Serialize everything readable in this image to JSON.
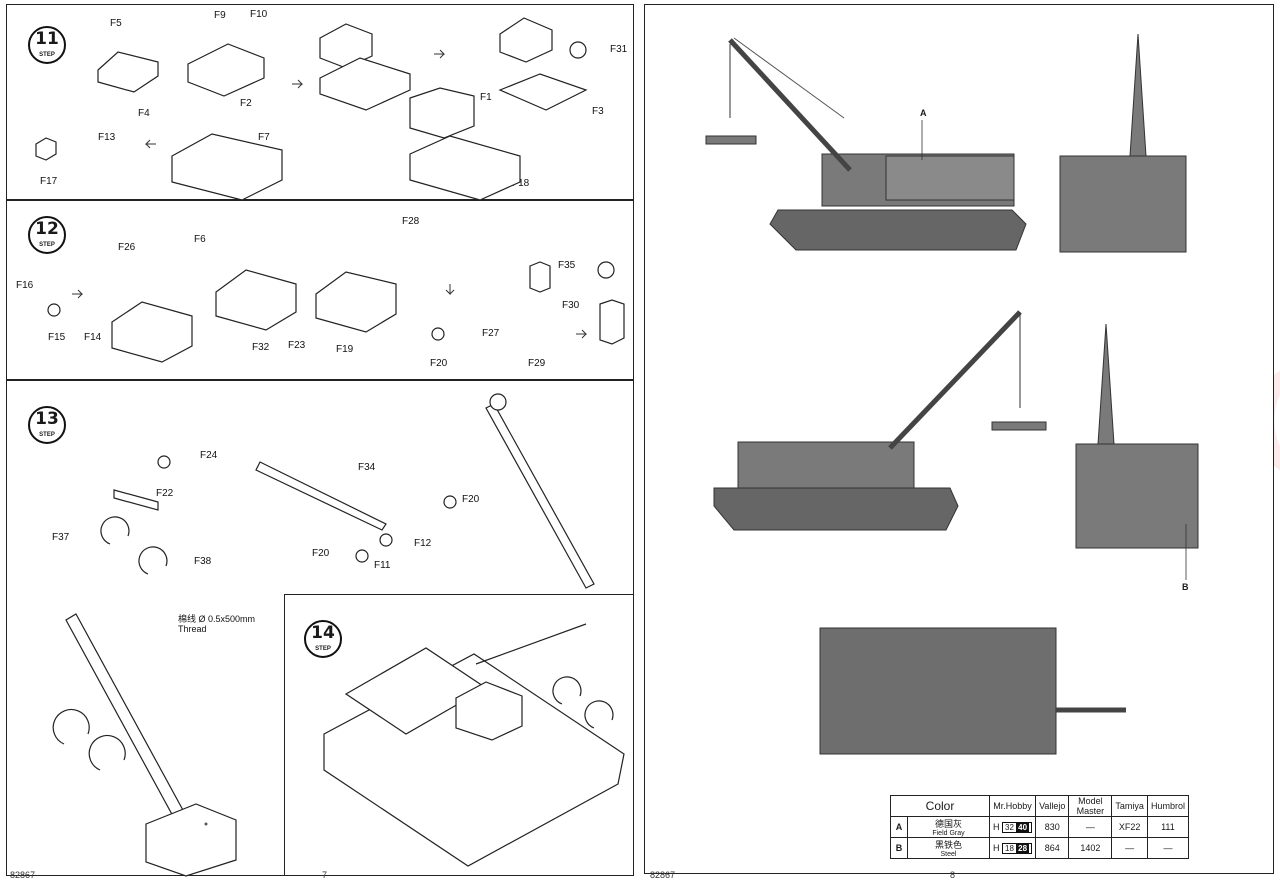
{
  "steps": [
    {
      "number": "11",
      "label": "STEP"
    },
    {
      "number": "12",
      "label": "STEP"
    },
    {
      "number": "13",
      "label": "STEP"
    },
    {
      "number": "14",
      "label": "STEP"
    }
  ],
  "step11_parts": [
    "F5",
    "F9",
    "F10",
    "F31",
    "F4",
    "F2",
    "F1",
    "F3",
    "F13",
    "F7",
    "F17",
    "F18"
  ],
  "step12_parts": [
    "F28",
    "F26",
    "F6",
    "F35",
    "F16",
    "F15",
    "F14",
    "F30",
    "F32",
    "F23",
    "F19",
    "F27",
    "F20",
    "F29"
  ],
  "step13_parts": [
    "F24",
    "F34",
    "F22",
    "F20",
    "F37",
    "F12",
    "F38",
    "F20",
    "F11"
  ],
  "thread_note": {
    "chinese": "棉线 Ø 0.5x500mm",
    "english": "Thread"
  },
  "watermark": "modelartikl.cz",
  "views": {
    "a": "A",
    "b": "B"
  },
  "color_table": {
    "headers": [
      "Color",
      "Mr.Hobby",
      "Vallejo",
      "Model Master",
      "Tamiya",
      "Humbrol"
    ],
    "rows": [
      {
        "id": "A",
        "name_cn": "德国灰",
        "name_en": "Field Gray",
        "hobby_prefix": "H",
        "hobby_a": "32",
        "hobby_b": "40",
        "vallejo": "830",
        "model_master": "—",
        "tamiya": "XF22",
        "humbrol": "111"
      },
      {
        "id": "B",
        "name_cn": "黑铁色",
        "name_en": "Steel",
        "hobby_prefix": "H",
        "hobby_a": "18",
        "hobby_b": "28",
        "vallejo": "864",
        "model_master": "1402",
        "tamiya": "—",
        "humbrol": "—"
      }
    ]
  },
  "page_numbers": {
    "left_a": "82867",
    "left_b": "7",
    "right_a": "82867",
    "right_b": "8"
  },
  "colors": {
    "ink": "#1a1a1a",
    "watermark": "#e3242b",
    "vehicle": "#7a7a7a"
  }
}
